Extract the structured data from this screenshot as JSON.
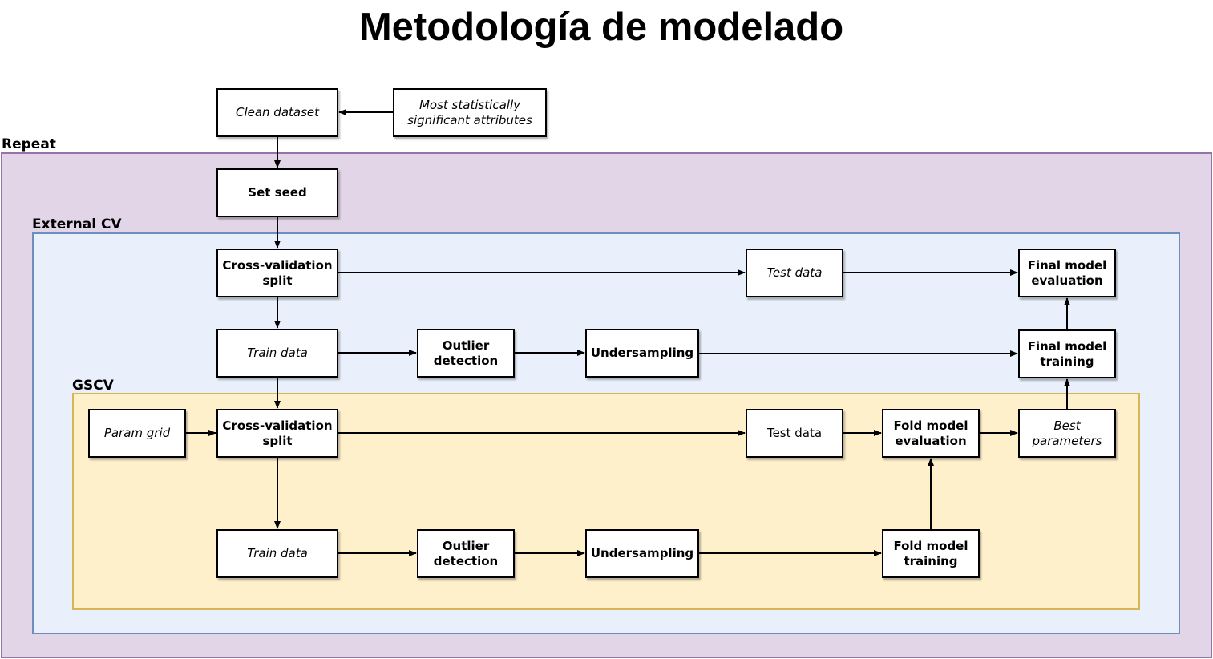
{
  "title": "Metodología de modelado",
  "regions": {
    "repeat": "Repeat",
    "external_cv": "External CV",
    "gscv": "GSCV"
  },
  "nodes": {
    "clean_dataset": "Clean dataset",
    "significant_attributes": "Most statistically significant attributes",
    "set_seed": "Set seed",
    "cv_split_outer": "Cross-validation split",
    "test_data_outer": "Test data",
    "final_model_evaluation": "Final model evaluation",
    "train_data_outer": "Train data",
    "outlier_detection_outer": "Outlier detection",
    "undersampling_outer": "Undersampling",
    "final_model_training": "Final model training",
    "param_grid": "Param grid",
    "cv_split_inner": "Cross-validation split",
    "test_data_inner": "Test data",
    "fold_model_evaluation": "Fold model evaluation",
    "best_parameters": "Best parameters",
    "train_data_inner": "Train data",
    "outlier_detection_inner": "Outlier detection",
    "undersampling_inner": "Undersampling",
    "fold_model_training": "Fold model training"
  },
  "colors": {
    "repeat_fill": "#e1d5e7",
    "repeat_border": "#9673a6",
    "external_cv_fill": "#e9f0fb",
    "external_cv_border": "#6c8ebf",
    "gscv_fill": "#fff0cc",
    "gscv_border": "#d6b656"
  }
}
